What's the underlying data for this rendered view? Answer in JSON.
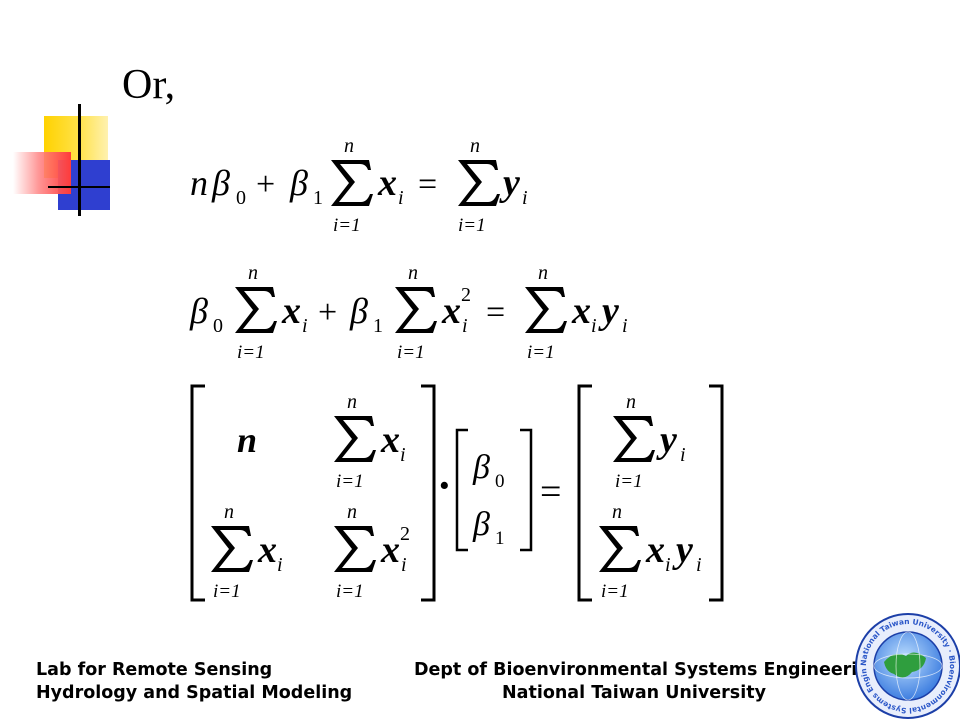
{
  "heading": "Or,",
  "equations": {
    "n": "n",
    "beta": "β",
    "sub0": "0",
    "sub1": "1",
    "x": "x",
    "y": "y",
    "i": "i",
    "sq": "2",
    "lower": "i=1",
    "upper": "n",
    "plus": "+",
    "equals": "=",
    "dot": "·"
  },
  "footer": {
    "left_line1": "Lab for Remote Sensing",
    "left_line2": "Hydrology and Spatial Modeling",
    "right_line1": "Dept of Bioenvironmental Systems Engineering",
    "right_line2": "National Taiwan University"
  },
  "logo": {
    "ring_text": "National Taiwan University · Bioenvironmental Systems Engineering ·",
    "colors": {
      "ring": "#2b57c8",
      "globe": "#3e7ee0",
      "land": "#2f9e3e",
      "rim": "#1c3fa8"
    }
  }
}
